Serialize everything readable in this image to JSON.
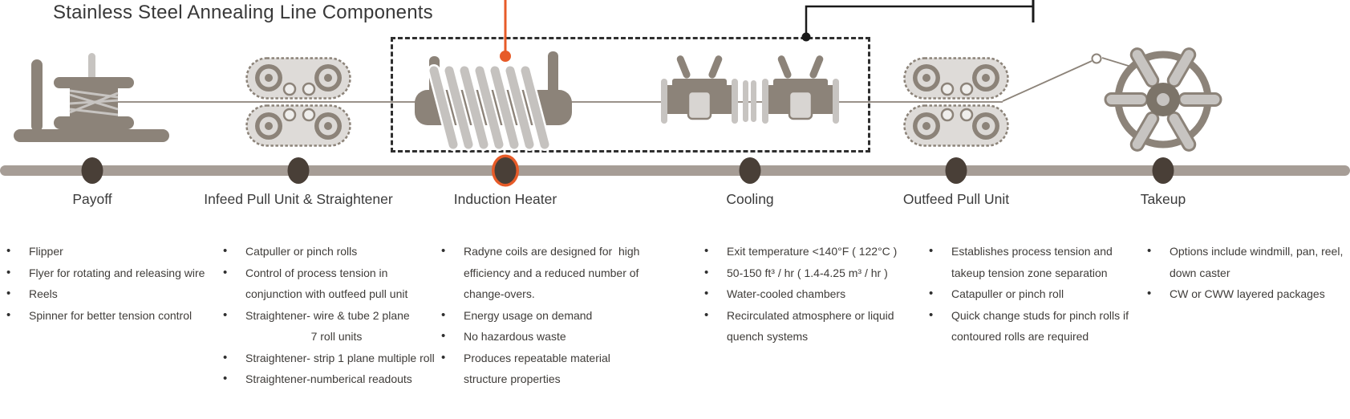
{
  "title": "Stainless Steel Annealing Line Components",
  "colors": {
    "accent_orange": "#e75b28",
    "machine_taupe": "#8c8379",
    "machine_light": "#c7c4c1",
    "timeline_bar": "#a69d96",
    "timeline_dot": "#493f37",
    "callout_black": "#1a1a1a",
    "text": "#3b3b3b"
  },
  "stations": [
    {
      "label": "Payoff",
      "icon": "payoff-reel-icon",
      "highlighted": false,
      "items": [
        {
          "lines": [
            "Flipper"
          ]
        },
        {
          "lines": [
            "Flyer for rotating and releasing wire"
          ]
        },
        {
          "lines": [
            "Reels"
          ]
        },
        {
          "lines": [
            "Spinner for better tension control"
          ]
        }
      ]
    },
    {
      "label": "Infeed Pull Unit & Straightener",
      "icon": "pinch-rolls-icon",
      "highlighted": false,
      "items": [
        {
          "lines": [
            "Catpuller or pinch rolls"
          ]
        },
        {
          "lines": [
            "Control of process tension in",
            "conjunction with outfeed pull unit"
          ]
        },
        {
          "lines": [
            "Straightener- wire & tube 2 plane",
            "7 roll units"
          ],
          "last_line_align": "center"
        },
        {
          "lines": [
            "Straightener- strip 1 plane multiple roll"
          ]
        },
        {
          "lines": [
            "Straightener-numberical readouts"
          ]
        }
      ]
    },
    {
      "label": "Induction Heater",
      "icon": "induction-coil-icon",
      "highlighted": true,
      "items": [
        {
          "lines": [
            "Radyne coils are designed for  high",
            "efficiency and a reduced number of",
            "change-overs."
          ]
        },
        {
          "lines": [
            "Energy usage on demand"
          ]
        },
        {
          "lines": [
            "No hazardous waste"
          ]
        },
        {
          "lines": [
            "Produces repeatable material",
            "structure properties"
          ]
        }
      ]
    },
    {
      "label": "Cooling",
      "icon": "cooling-chambers-icon",
      "highlighted": false,
      "items": [
        {
          "lines": [
            "Exit temperature <140°F ( 122°C )"
          ]
        },
        {
          "lines": [
            "50-150 ft³ / hr ( 1.4-4.25 m³ / hr )"
          ]
        },
        {
          "lines": [
            "Water-cooled chambers"
          ]
        },
        {
          "lines": [
            "Recirculated atmosphere or liquid",
            "quench systems"
          ]
        }
      ]
    },
    {
      "label": "Outfeed Pull Unit",
      "icon": "pinch-rolls-icon",
      "highlighted": false,
      "items": [
        {
          "lines": [
            "Establishes process tension and",
            "takeup tension zone separation"
          ]
        },
        {
          "lines": [
            "Catapuller or pinch roll"
          ]
        },
        {
          "lines": [
            "Quick change studs for pinch rolls if",
            "contoured rolls are required"
          ]
        }
      ]
    },
    {
      "label": "Takeup",
      "icon": "windmill-takeup-icon",
      "highlighted": false,
      "items": [
        {
          "lines": [
            "Options include windmill, pan, reel,",
            "down caster"
          ]
        },
        {
          "lines": [
            "CW or CWW layered packages"
          ]
        }
      ]
    }
  ]
}
